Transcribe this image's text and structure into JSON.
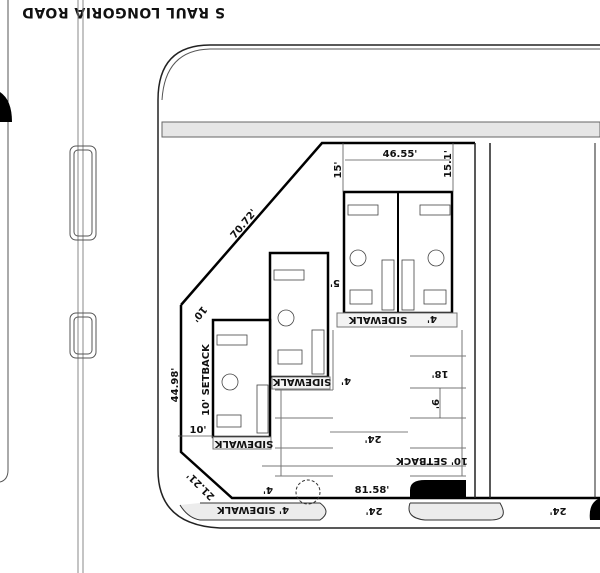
{
  "road_name": "S RAUL LONGORIA ROAD",
  "dimensions": {
    "top_width": "46.55'",
    "top_setback_left": "15'",
    "top_setback_right": "15.1'",
    "diagonal": "70.72'",
    "corner_setback": "10'",
    "left_side": "44.98'",
    "left_setback": "10' SETBACK",
    "left_offset": "10'",
    "unit_gap": "5'",
    "sidewalk_width_upper": "4'",
    "sidewalk_width_mid": "4'",
    "stall_depth": "18'",
    "stall_width": "9'",
    "aisle_width": "24'",
    "bottom_setback": "10' SETBACK",
    "corner_bottom": "21.21'",
    "sidewalk_width_lower": "4'",
    "frontage": "81.58'",
    "drive_width_1": "24'",
    "drive_width_2": "24'"
  },
  "labels": {
    "sidewalk_upper": "SIDEWALK",
    "sidewalk_mid": "SIDEWALK",
    "sidewalk_lower": "SIDEWALK",
    "sidewalk_street": "4' SIDEWALK"
  },
  "colors": {
    "line": "#000000",
    "gravel": "#e6e6e6"
  }
}
